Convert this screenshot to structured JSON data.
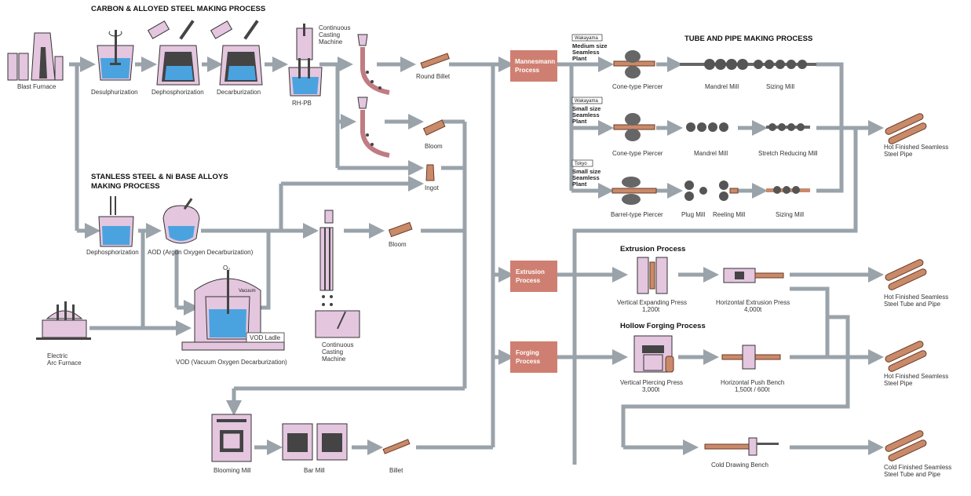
{
  "colors": {
    "connector": "#9aa3aa",
    "process_box": "#cf7f71",
    "equipment": "#e4c6df",
    "liquid_steel": "#4aa3df",
    "product": "#c98a6a"
  },
  "sections": {
    "carbon": "CARBON & ALLOYED STEEL MAKING PROCESS",
    "stainless_1": "STANLESS STEEL & Ni BASE ALLOYS",
    "stainless_2": "MAKING PROCESS",
    "tube": "TUBE AND PIPE MAKING PROCESS",
    "extrusion": "Extrusion Process",
    "hollow": "Hollow Forging Process"
  },
  "labels": {
    "blast_furnace": "Blast Furnace",
    "desulph": "Desulphurization",
    "dephos": "Dephosphorization",
    "decarb": "Decarburization",
    "cc1": "Continuous",
    "cc2": "Casting",
    "cc3": "Machine",
    "rhpb": "RH-PB",
    "round_billet": "Round Billet",
    "bloom_top": "Bloom",
    "ingot": "Ingot",
    "dephos2": "Dephosphorization",
    "aod": "AOD (Argon Oxygen Decarburization)",
    "bloom_mid": "Bloom",
    "ccm1": "Continuous",
    "ccm2": "Casting",
    "ccm3": "Machine",
    "eaf1": "Electric",
    "eaf2": "Arc Furnace",
    "vod": "VOD (Vacuum Oxygen Decarburization)",
    "vod_ladle": "VOD Ladle",
    "o2": "O₂",
    "vacuum": "Vacuum",
    "blooming_mill": "Blooming Mill",
    "bar_mill": "Bar Mill",
    "billet": "Billet"
  },
  "process_boxes": {
    "mannesmann_1": "Mannesmann",
    "mannesmann_2": "Process",
    "extrusion_1": "Extrusion",
    "extrusion_2": "Process",
    "forging_1": "Forging",
    "forging_2": "Process"
  },
  "plants": {
    "p1_tag": "Wakayama",
    "p1_1": "Medium size",
    "p1_2": "Seamless",
    "p1_3": "Plant",
    "p2_tag": "Wakayama",
    "p2_1": "Small size",
    "p2_2": "Seamless",
    "p2_3": "Plant",
    "p3_tag": "Tokyo",
    "p3_1": "Small size",
    "p3_2": "Seamless",
    "p3_3": "Plant"
  },
  "mills": {
    "cone1": "Cone-type Piercer",
    "mandrel1": "Mandrel Mill",
    "sizing1": "Sizing Mill",
    "cone2": "Cone-type Piercer",
    "mandrel2": "Mandrel Mill",
    "stretch": "Stretch Reducing Mill",
    "barrel": "Barrel-type Piercer",
    "plug": "Plug Mill",
    "reeling": "Reeling Mill",
    "sizing3": "Sizing Mill",
    "vep1": "Vertical Expanding Press",
    "vep2": "1,200t",
    "hep1": "Horizontal Extrusion Press",
    "hep2": "4,000t",
    "vpp1": "Vertical Piercing Press",
    "vpp2": "3,000t",
    "hpb1": "Horizontal Push Bench",
    "hpb2": "1,500t / 600t",
    "cdb": "Cold Drawing Bench"
  },
  "products": {
    "p1a": "Hot Finished Seamless",
    "p1b": "Steel Pipe",
    "p2a": "Hot Finished Seamless",
    "p2b": "Steel Tube and Pipe",
    "p3a": "Hot Finished Seamless",
    "p3b": "Steel Pipe",
    "p4a": "Cold Finished Seamless",
    "p4b": "Steel Tube and Pipe"
  }
}
